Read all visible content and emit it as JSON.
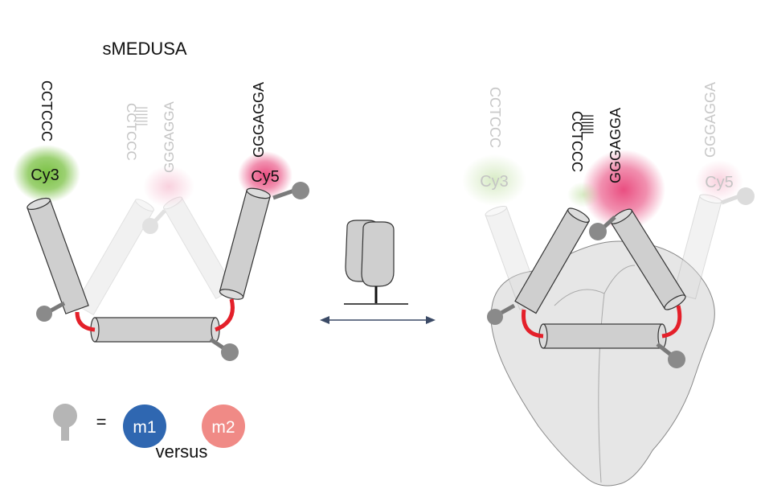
{
  "title": "sMEDUSA",
  "dyes": {
    "cy3": "Cy3",
    "cy5": "Cy5"
  },
  "sequences": {
    "strand_a": "CCTCCC",
    "strand_b": "GGGAGGA",
    "pair_marks": "||||||"
  },
  "legend": {
    "equals": "=",
    "m1": "m1",
    "m2": "m2",
    "versus": "versus"
  },
  "colors": {
    "rod_fill": "#cfcfcf",
    "rod_stroke": "#333333",
    "linker": "#e4202a",
    "lipid": "#8a8a8a",
    "cy3_glow": "#7ac143",
    "cy5_glow": "#e8457a",
    "m1": "#2f67b1",
    "m2": "#f08a86",
    "ribosome": "#e6e6e6",
    "arrow": "#3b4a66",
    "faded": "#c4c4c4"
  },
  "icons": {
    "equilibrium": "double-headed-arrow-icon",
    "lipid": "lipid-marker-icon",
    "complex": "ribosome-icon"
  }
}
